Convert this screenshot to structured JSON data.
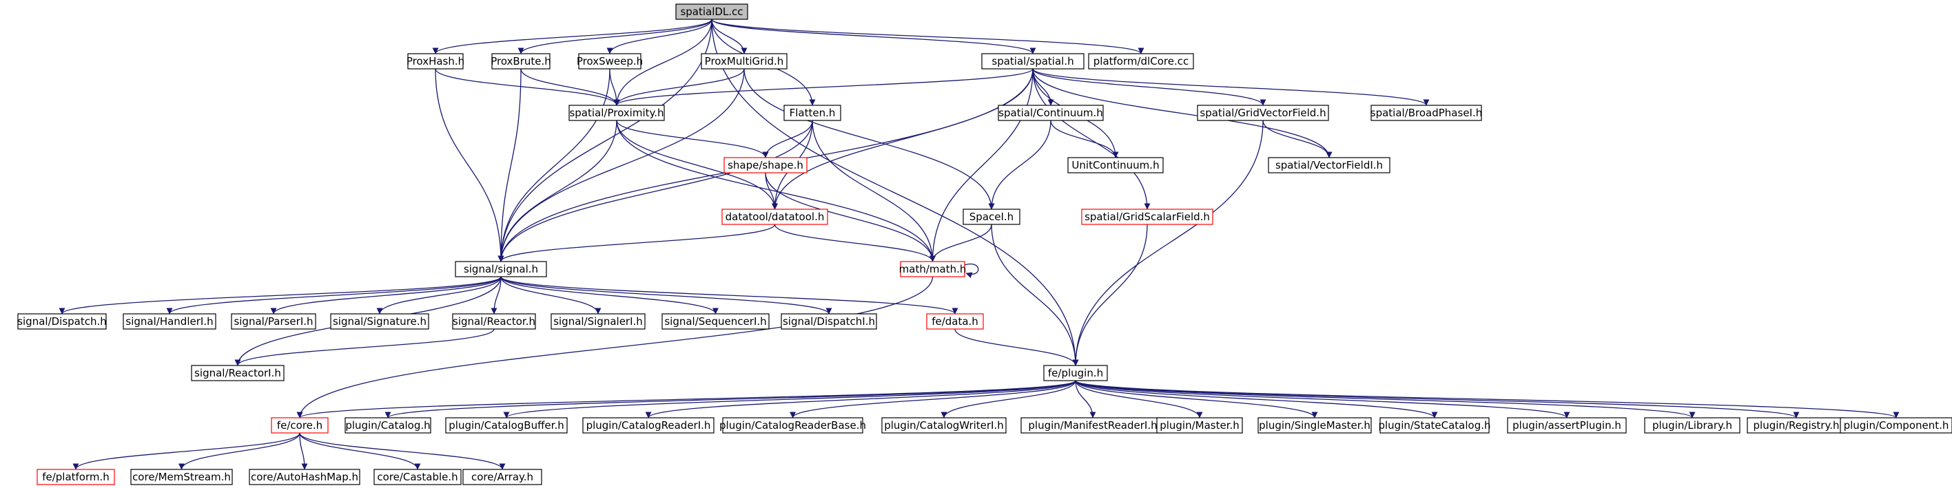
{
  "diagram": {
    "type": "include-dependency-graph",
    "colors": {
      "edge": "#191970",
      "node_border": "#000000",
      "incomplete_border": "#ff0000",
      "root_fill": "#bfbfbf",
      "background": "#ffffff"
    },
    "nodes": [
      {
        "id": "spatialdl",
        "label": "spatialDL.cc",
        "style": "root"
      },
      {
        "id": "proxhash",
        "label": "ProxHash.h"
      },
      {
        "id": "proxbrute",
        "label": "ProxBrute.h"
      },
      {
        "id": "proxsweep",
        "label": "ProxSweep.h"
      },
      {
        "id": "proxmultigrid",
        "label": "ProxMultiGrid.h"
      },
      {
        "id": "spatial",
        "label": "spatial/spatial.h"
      },
      {
        "id": "dlcore",
        "label": "platform/dlCore.cc"
      },
      {
        "id": "proximity",
        "label": "spatial/Proximity.h"
      },
      {
        "id": "flatten",
        "label": "Flatten.h"
      },
      {
        "id": "continuum",
        "label": "spatial/Continuum.h"
      },
      {
        "id": "gridvectorfield",
        "label": "spatial/GridVectorField.h"
      },
      {
        "id": "broadphase",
        "label": "spatial/BroadPhaseI.h"
      },
      {
        "id": "shape",
        "label": "shape/shape.h",
        "style": "incomplete"
      },
      {
        "id": "unitcontinuum",
        "label": "UnitContinuum.h"
      },
      {
        "id": "vectorfield",
        "label": "spatial/VectorFieldI.h"
      },
      {
        "id": "datatool",
        "label": "datatool/datatool.h",
        "style": "incomplete"
      },
      {
        "id": "spacei",
        "label": "SpaceI.h"
      },
      {
        "id": "gridscalarfield",
        "label": "spatial/GridScalarField.h",
        "style": "incomplete"
      },
      {
        "id": "signal",
        "label": "signal/signal.h"
      },
      {
        "id": "math",
        "label": "math/math.h",
        "style": "incomplete"
      },
      {
        "id": "dispatch",
        "label": "signal/Dispatch.h"
      },
      {
        "id": "handleri",
        "label": "signal/HandlerI.h"
      },
      {
        "id": "parseri",
        "label": "signal/ParserI.h"
      },
      {
        "id": "signature",
        "label": "signal/Signature.h"
      },
      {
        "id": "reactor",
        "label": "signal/Reactor.h"
      },
      {
        "id": "signaleri",
        "label": "signal/SignalerI.h"
      },
      {
        "id": "sequenceri",
        "label": "signal/SequencerI.h"
      },
      {
        "id": "dispatchi",
        "label": "signal/DispatchI.h"
      },
      {
        "id": "fedata",
        "label": "fe/data.h",
        "style": "incomplete"
      },
      {
        "id": "reactori",
        "label": "signal/ReactorI.h"
      },
      {
        "id": "feplugin",
        "label": "fe/plugin.h"
      },
      {
        "id": "fecore",
        "label": "fe/core.h",
        "style": "incomplete"
      },
      {
        "id": "catalog",
        "label": "plugin/Catalog.h"
      },
      {
        "id": "catalogbuffer",
        "label": "plugin/CatalogBuffer.h"
      },
      {
        "id": "catalogreaderi",
        "label": "plugin/CatalogReaderI.h"
      },
      {
        "id": "catalogreaderbase",
        "label": "plugin/CatalogReaderBase.h"
      },
      {
        "id": "catalogwriteri",
        "label": "plugin/CatalogWriterI.h"
      },
      {
        "id": "manifestreaderi",
        "label": "plugin/ManifestReaderI.h"
      },
      {
        "id": "master",
        "label": "plugin/Master.h"
      },
      {
        "id": "singlemaster",
        "label": "plugin/SingleMaster.h"
      },
      {
        "id": "statecatalog",
        "label": "plugin/StateCatalog.h"
      },
      {
        "id": "assertplugin",
        "label": "plugin/assertPlugin.h"
      },
      {
        "id": "library",
        "label": "plugin/Library.h"
      },
      {
        "id": "registry",
        "label": "plugin/Registry.h"
      },
      {
        "id": "component",
        "label": "plugin/Component.h"
      },
      {
        "id": "feplatform",
        "label": "fe/platform.h",
        "style": "incomplete"
      },
      {
        "id": "memstream",
        "label": "core/MemStream.h"
      },
      {
        "id": "autohashmap",
        "label": "core/AutoHashMap.h"
      },
      {
        "id": "castable",
        "label": "core/Castable.h"
      },
      {
        "id": "array",
        "label": "core/Array.h"
      }
    ],
    "edges": [
      [
        "spatialdl",
        "proxhash"
      ],
      [
        "spatialdl",
        "proxbrute"
      ],
      [
        "spatialdl",
        "proxsweep"
      ],
      [
        "spatialdl",
        "proxmultigrid"
      ],
      [
        "spatialdl",
        "spatial"
      ],
      [
        "spatialdl",
        "dlcore"
      ],
      [
        "spatialdl",
        "proximity"
      ],
      [
        "spatialdl",
        "flatten"
      ],
      [
        "spatialdl",
        "signal"
      ],
      [
        "spatialdl",
        "feplugin"
      ],
      [
        "proxhash",
        "proximity"
      ],
      [
        "proxhash",
        "signal"
      ],
      [
        "proxbrute",
        "proximity"
      ],
      [
        "proxbrute",
        "signal"
      ],
      [
        "proxsweep",
        "proximity"
      ],
      [
        "proxsweep",
        "signal"
      ],
      [
        "proxmultigrid",
        "proximity"
      ],
      [
        "proxmultigrid",
        "signal"
      ],
      [
        "proxmultigrid",
        "spacei"
      ],
      [
        "spatial",
        "proximity"
      ],
      [
        "spatial",
        "continuum"
      ],
      [
        "spatial",
        "unitcontinuum"
      ],
      [
        "spatial",
        "gridvectorfield"
      ],
      [
        "spatial",
        "broadphase"
      ],
      [
        "spatial",
        "vectorfield"
      ],
      [
        "spatial",
        "gridscalarfield"
      ],
      [
        "spatial",
        "signal"
      ],
      [
        "spatial",
        "datatool"
      ],
      [
        "spatial",
        "math"
      ],
      [
        "proximity",
        "shape"
      ],
      [
        "proximity",
        "datatool"
      ],
      [
        "proximity",
        "math"
      ],
      [
        "proximity",
        "signal"
      ],
      [
        "flatten",
        "shape"
      ],
      [
        "flatten",
        "datatool"
      ],
      [
        "flatten",
        "math"
      ],
      [
        "flatten",
        "signal"
      ],
      [
        "continuum",
        "unitcontinuum"
      ],
      [
        "continuum",
        "spacei"
      ],
      [
        "gridvectorfield",
        "vectorfield"
      ],
      [
        "gridvectorfield",
        "feplugin"
      ],
      [
        "shape",
        "datatool"
      ],
      [
        "shape",
        "math"
      ],
      [
        "datatool",
        "signal"
      ],
      [
        "datatool",
        "math"
      ],
      [
        "spacei",
        "math"
      ],
      [
        "spacei",
        "feplugin"
      ],
      [
        "gridscalarfield",
        "feplugin"
      ],
      [
        "math",
        "math"
      ],
      [
        "math",
        "fecore"
      ],
      [
        "signal",
        "dispatch"
      ],
      [
        "signal",
        "handleri"
      ],
      [
        "signal",
        "parseri"
      ],
      [
        "signal",
        "signature"
      ],
      [
        "signal",
        "reactor"
      ],
      [
        "signal",
        "signaleri"
      ],
      [
        "signal",
        "sequenceri"
      ],
      [
        "signal",
        "dispatchi"
      ],
      [
        "signal",
        "fedata"
      ],
      [
        "signal",
        "reactori"
      ],
      [
        "reactor",
        "reactori"
      ],
      [
        "fedata",
        "feplugin"
      ],
      [
        "feplugin",
        "fecore"
      ],
      [
        "feplugin",
        "catalog"
      ],
      [
        "feplugin",
        "catalogbuffer"
      ],
      [
        "feplugin",
        "catalogreaderi"
      ],
      [
        "feplugin",
        "catalogreaderbase"
      ],
      [
        "feplugin",
        "catalogwriteri"
      ],
      [
        "feplugin",
        "manifestreaderi"
      ],
      [
        "feplugin",
        "master"
      ],
      [
        "feplugin",
        "singlemaster"
      ],
      [
        "feplugin",
        "statecatalog"
      ],
      [
        "feplugin",
        "assertplugin"
      ],
      [
        "feplugin",
        "library"
      ],
      [
        "feplugin",
        "registry"
      ],
      [
        "feplugin",
        "component"
      ],
      [
        "fecore",
        "feplatform"
      ],
      [
        "fecore",
        "memstream"
      ],
      [
        "fecore",
        "autohashmap"
      ],
      [
        "fecore",
        "castable"
      ],
      [
        "fecore",
        "array"
      ]
    ]
  }
}
